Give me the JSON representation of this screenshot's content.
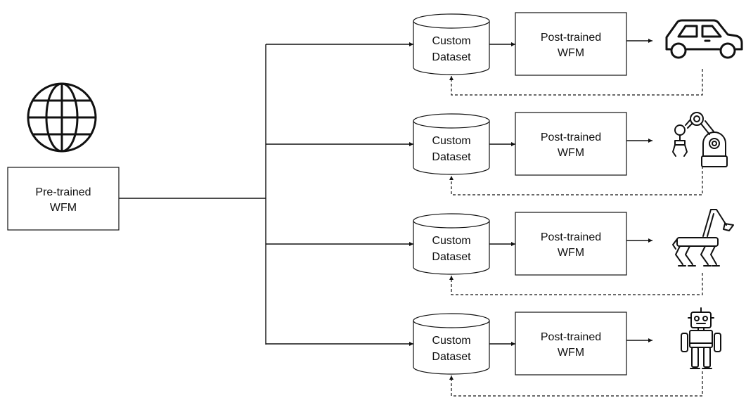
{
  "source": {
    "icon": "globe-icon",
    "label_line1": "Pre-trained",
    "label_line2": "WFM"
  },
  "rows": [
    {
      "dataset_line1": "Custom",
      "dataset_line2": "Dataset",
      "model_line1": "Post-trained",
      "model_line2": "WFM",
      "target_icon": "car-icon"
    },
    {
      "dataset_line1": "Custom",
      "dataset_line2": "Dataset",
      "model_line1": "Post-trained",
      "model_line2": "WFM",
      "target_icon": "robot-arm-icon"
    },
    {
      "dataset_line1": "Custom",
      "dataset_line2": "Dataset",
      "model_line1": "Post-trained",
      "model_line2": "WFM",
      "target_icon": "quadruped-robot-arm-icon"
    },
    {
      "dataset_line1": "Custom",
      "dataset_line2": "Dataset",
      "model_line1": "Post-trained",
      "model_line2": "WFM",
      "target_icon": "humanoid-robot-icon"
    }
  ]
}
